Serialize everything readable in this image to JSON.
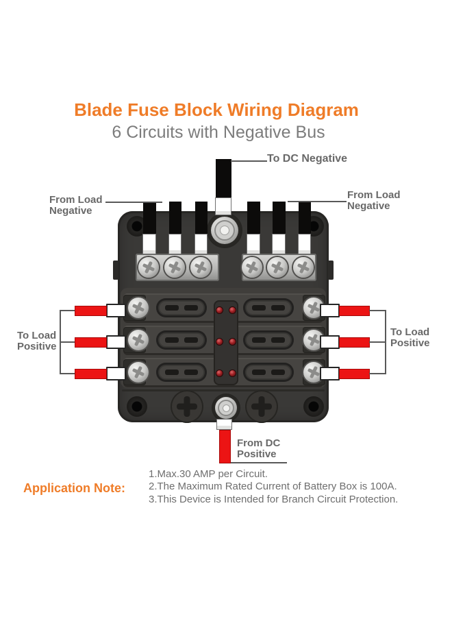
{
  "title": "Blade Fuse Block Wiring Diagram",
  "subtitle": "6 Circuits with Negative Bus",
  "wiring_labels": {
    "to_dc_negative": "To DC Negative",
    "from_load_negative_left": "From Load\nNegative",
    "from_load_negative_right": "From Load\nNegative",
    "to_load_positive_left": "To Load\nPositive",
    "to_load_positive_right": "To Load\nPositive",
    "from_dc_positive": "From DC\nPositive"
  },
  "application_note": {
    "heading": "Application Note:",
    "notes": [
      "1.Max.30 AMP per Circuit.",
      "2.The Maximum Rated Current of Battery Box is 100A.",
      "3.This Device is Intended for Branch Circuit Protection."
    ]
  },
  "fuse_block": {
    "circuits": 6,
    "led_indicators": 6
  },
  "colors": {
    "accent_orange": "#ef7c28",
    "subtitle_gray": "#7c7c7c",
    "label_gray": "#686868",
    "note_gray": "#6e6e6e",
    "line_gray": "#585858",
    "wire_red": "#ec1414",
    "wire_black": "#0c0b0a",
    "block_body": "#3a3937",
    "led_red": "#a02024"
  }
}
